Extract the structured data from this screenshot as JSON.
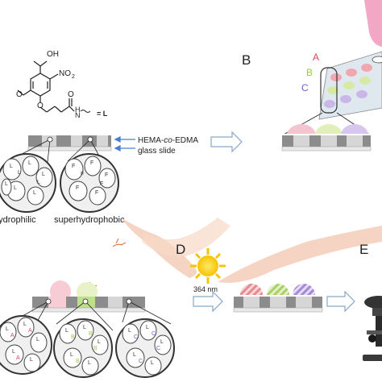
{
  "panels": {
    "b": "B",
    "d": "D",
    "e": "E"
  },
  "molecule": {
    "oh": "OH",
    "no2": "NO",
    "no2_sub": "2",
    "nh": "H",
    "n": "N",
    "o": "O",
    "methoxy_o": "O",
    "equals_l": "= L"
  },
  "layers": {
    "hema_prefix": "HEMA-",
    "hema_italic": "co",
    "hema_suffix": "-EDMA",
    "glass": "glass slide"
  },
  "labels": {
    "hydrophilic": "hydrophilic",
    "superhydrophobic": "superhydrophobic",
    "wavelength": "364 nm"
  },
  "wells": [
    "A",
    "B",
    "C"
  ],
  "well_colors": {
    "A": "#e0455a",
    "B": "#9cc94a",
    "C": "#7e57c2"
  },
  "bead_labels": {
    "hydrophilic": "L",
    "hydrophobic": "F"
  }
}
